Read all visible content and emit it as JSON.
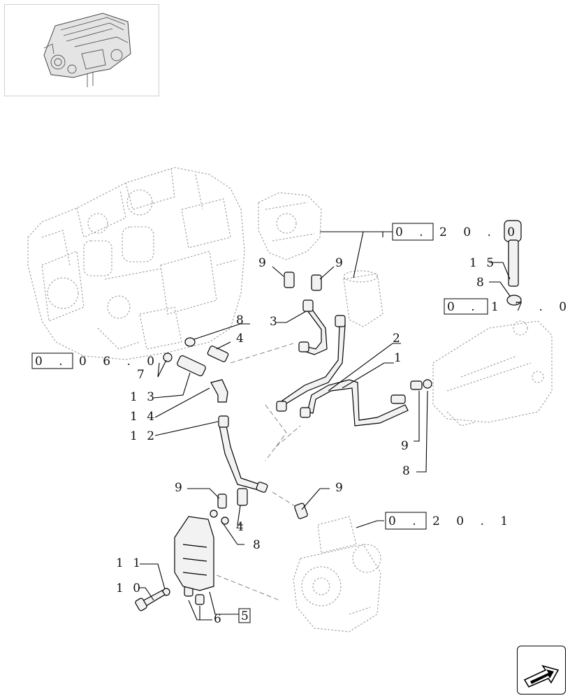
{
  "thumbnail": {
    "icon": "engine-thumbnail-icon"
  },
  "callouts": [
    {
      "id": "c1",
      "text": "1"
    },
    {
      "id": "c2",
      "text": "2"
    },
    {
      "id": "c3",
      "text": "3"
    },
    {
      "id": "c4a",
      "text": "4"
    },
    {
      "id": "c4b",
      "text": "4"
    },
    {
      "id": "c5",
      "text": "5"
    },
    {
      "id": "c6",
      "text": "6"
    },
    {
      "id": "c7",
      "text": "7"
    },
    {
      "id": "c8a",
      "text": "8"
    },
    {
      "id": "c8b",
      "text": "8"
    },
    {
      "id": "c8c",
      "text": "8"
    },
    {
      "id": "c8d",
      "text": "8"
    },
    {
      "id": "c9a",
      "text": "9"
    },
    {
      "id": "c9b",
      "text": "9"
    },
    {
      "id": "c9c",
      "text": "9"
    },
    {
      "id": "c9d",
      "text": "9"
    },
    {
      "id": "c9e",
      "text": "9"
    },
    {
      "id": "c10",
      "text": "1 0"
    },
    {
      "id": "c11",
      "text": "1 1"
    },
    {
      "id": "c12",
      "text": "1 2"
    },
    {
      "id": "c13",
      "text": "1 3"
    },
    {
      "id": "c14",
      "text": "1 4"
    },
    {
      "id": "c15",
      "text": "1 5"
    }
  ],
  "references": [
    {
      "id": "r1",
      "boxed": "0 . 2",
      "rest": "0 . 0"
    },
    {
      "id": "r2",
      "boxed": "0 . 1",
      "rest": "7 . 0"
    },
    {
      "id": "r3",
      "boxed": "0 . 0",
      "rest": "6 . 0"
    },
    {
      "id": "r4",
      "boxed": "0 . 2",
      "rest": "0 . 1"
    }
  ],
  "nav": {
    "icon": "next-page-arrow-icon"
  }
}
